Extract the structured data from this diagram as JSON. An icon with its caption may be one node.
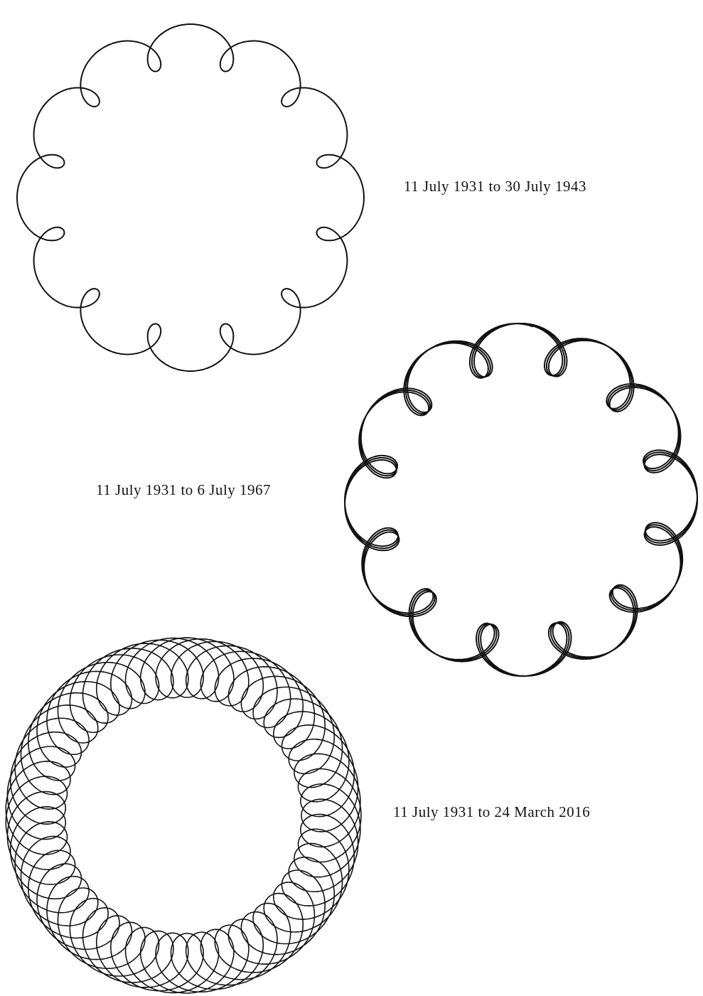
{
  "diagram": {
    "labels": [
      "11 July 1931 to 30 July 1943",
      "11 July 1931 to 6 July 1967",
      "11 July 1931 to 24 March 2016"
    ]
  }
}
